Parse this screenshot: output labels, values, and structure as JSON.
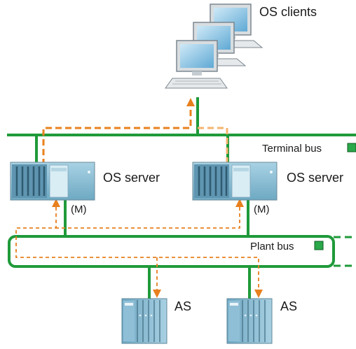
{
  "labels": {
    "os_clients": "OS clients",
    "terminal_bus": "Terminal bus",
    "os_server_left": "OS server",
    "os_server_right": "OS server",
    "master_left": "(M)",
    "master_right": "(M)",
    "plant_bus": "Plant bus",
    "as_left": "AS",
    "as_right": "AS"
  },
  "colors": {
    "bus_green": "#1f9a3a",
    "legend_green": "#2aa84a",
    "path_orange": "#e8801e",
    "path_orange_light": "#f5b46e",
    "device_blue": "#7fb6cf"
  },
  "icons": [
    "monitor-icon",
    "server-icon",
    "automation-system-icon",
    "arrow-icon"
  ]
}
